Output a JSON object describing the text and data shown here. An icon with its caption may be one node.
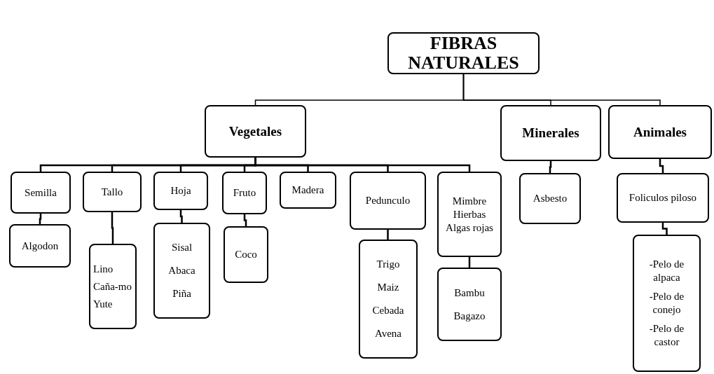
{
  "diagram": {
    "nodes": [
      {
        "text": [
          "FIBRAS NATURALES"
        ]
      },
      {
        "text": [
          "Vegetales"
        ]
      },
      {
        "text": [
          "Minerales"
        ]
      },
      {
        "text": [
          "Animales"
        ]
      },
      {
        "text": [
          "Semilla"
        ]
      },
      {
        "text": [
          "Tallo"
        ]
      },
      {
        "text": [
          "Hoja"
        ]
      },
      {
        "text": [
          "Fruto"
        ]
      },
      {
        "text": [
          "Madera"
        ]
      },
      {
        "text": [
          "Pedunculo"
        ]
      },
      {
        "text": [
          "Mimbre Hierbas Algas rojas"
        ]
      },
      {
        "text": [
          "Asbesto"
        ]
      },
      {
        "text": [
          "Foliculos piloso"
        ]
      },
      {
        "text": [
          "Algodon"
        ]
      },
      {
        "text": [
          "Lino",
          "Caña-mo",
          "Yute"
        ]
      },
      {
        "text": [
          "Sisal",
          "Abaca",
          "Piña"
        ]
      },
      {
        "text": [
          "Coco"
        ]
      },
      {
        "text": [
          "Trigo",
          "Maiz",
          "Cebada",
          "Avena"
        ]
      },
      {
        "text": [
          "Bambu",
          "Bagazo"
        ]
      },
      {
        "text": [
          "-Pelo de alpaca",
          "-Pelo de conejo",
          "-Pelo de castor"
        ]
      }
    ],
    "edges": [
      {
        "from": 0,
        "to": 1,
        "arrow": "none"
      },
      {
        "from": 0,
        "to": 2,
        "arrow": "none"
      },
      {
        "from": 0,
        "to": 3,
        "arrow": "none"
      },
      {
        "from": 1,
        "to": 4,
        "arrow": "none"
      },
      {
        "from": 1,
        "to": 5,
        "arrow": "none"
      },
      {
        "from": 1,
        "to": 6,
        "arrow": "none"
      },
      {
        "from": 1,
        "to": 7,
        "arrow": "none"
      },
      {
        "from": 1,
        "to": 8,
        "arrow": "none"
      },
      {
        "from": 1,
        "to": 9,
        "arrow": "none"
      },
      {
        "from": 1,
        "to": 10,
        "arrow": "none"
      },
      {
        "from": 2,
        "to": 11,
        "arrow": "none"
      },
      {
        "from": 3,
        "to": 12,
        "arrow": "none"
      },
      {
        "from": 4,
        "to": 13,
        "arrow": "none"
      },
      {
        "from": 5,
        "to": 14,
        "arrow": "none"
      },
      {
        "from": 6,
        "to": 15,
        "arrow": "none"
      },
      {
        "from": 7,
        "to": 16,
        "arrow": "none"
      },
      {
        "from": 9,
        "to": 17,
        "arrow": "none"
      },
      {
        "from": 10,
        "to": 18,
        "arrow": "none"
      },
      {
        "from": 12,
        "to": 19,
        "arrow": "none"
      }
    ]
  }
}
